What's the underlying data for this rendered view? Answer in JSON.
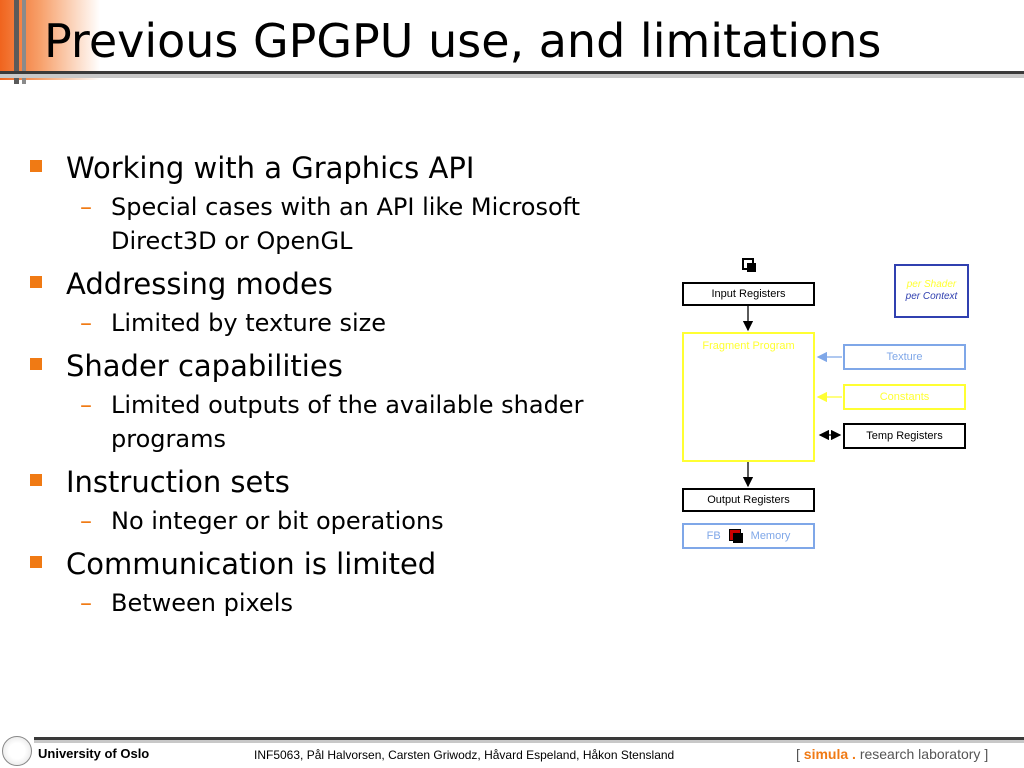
{
  "title": "Previous GPGPU use, and limitations",
  "bullets": [
    {
      "text": "Working with a Graphics API",
      "sub": [
        "Special cases with an API like Microsoft Direct3D or OpenGL"
      ]
    },
    {
      "text": "Addressing modes",
      "sub": [
        "Limited by texture size"
      ]
    },
    {
      "text": "Shader capabilities",
      "sub": [
        "Limited outputs of the available shader programs"
      ]
    },
    {
      "text": "Instruction sets",
      "sub": [
        "No integer or bit operations"
      ]
    },
    {
      "text": "Communication is limited",
      "sub": [
        "Between pixels"
      ]
    }
  ],
  "diagram": {
    "input_registers": "Input Registers",
    "fragment_program": "Fragment Program",
    "output_registers": "Output Registers",
    "fb": "FB",
    "memory": "Memory",
    "texture": "Texture",
    "constants": "Constants",
    "temp_registers": "Temp Registers",
    "legend_per_shader": "per Shader",
    "legend_per_context": "per Context",
    "colors": {
      "yellow": "#ffff33",
      "light_blue": "#7fa7e8",
      "dark_blue": "#3040b0",
      "black": "#000000",
      "red": "#cc0000"
    }
  },
  "footer": {
    "university": "University of Oslo",
    "authors": "INF5063, Pål Halvorsen, Carsten Griwodz, Håvard Espeland, Håkon Stensland",
    "lab_open": "[",
    "lab_name": "simula",
    "lab_dot": ".",
    "lab_rest": "research laboratory",
    "lab_close": "]"
  }
}
